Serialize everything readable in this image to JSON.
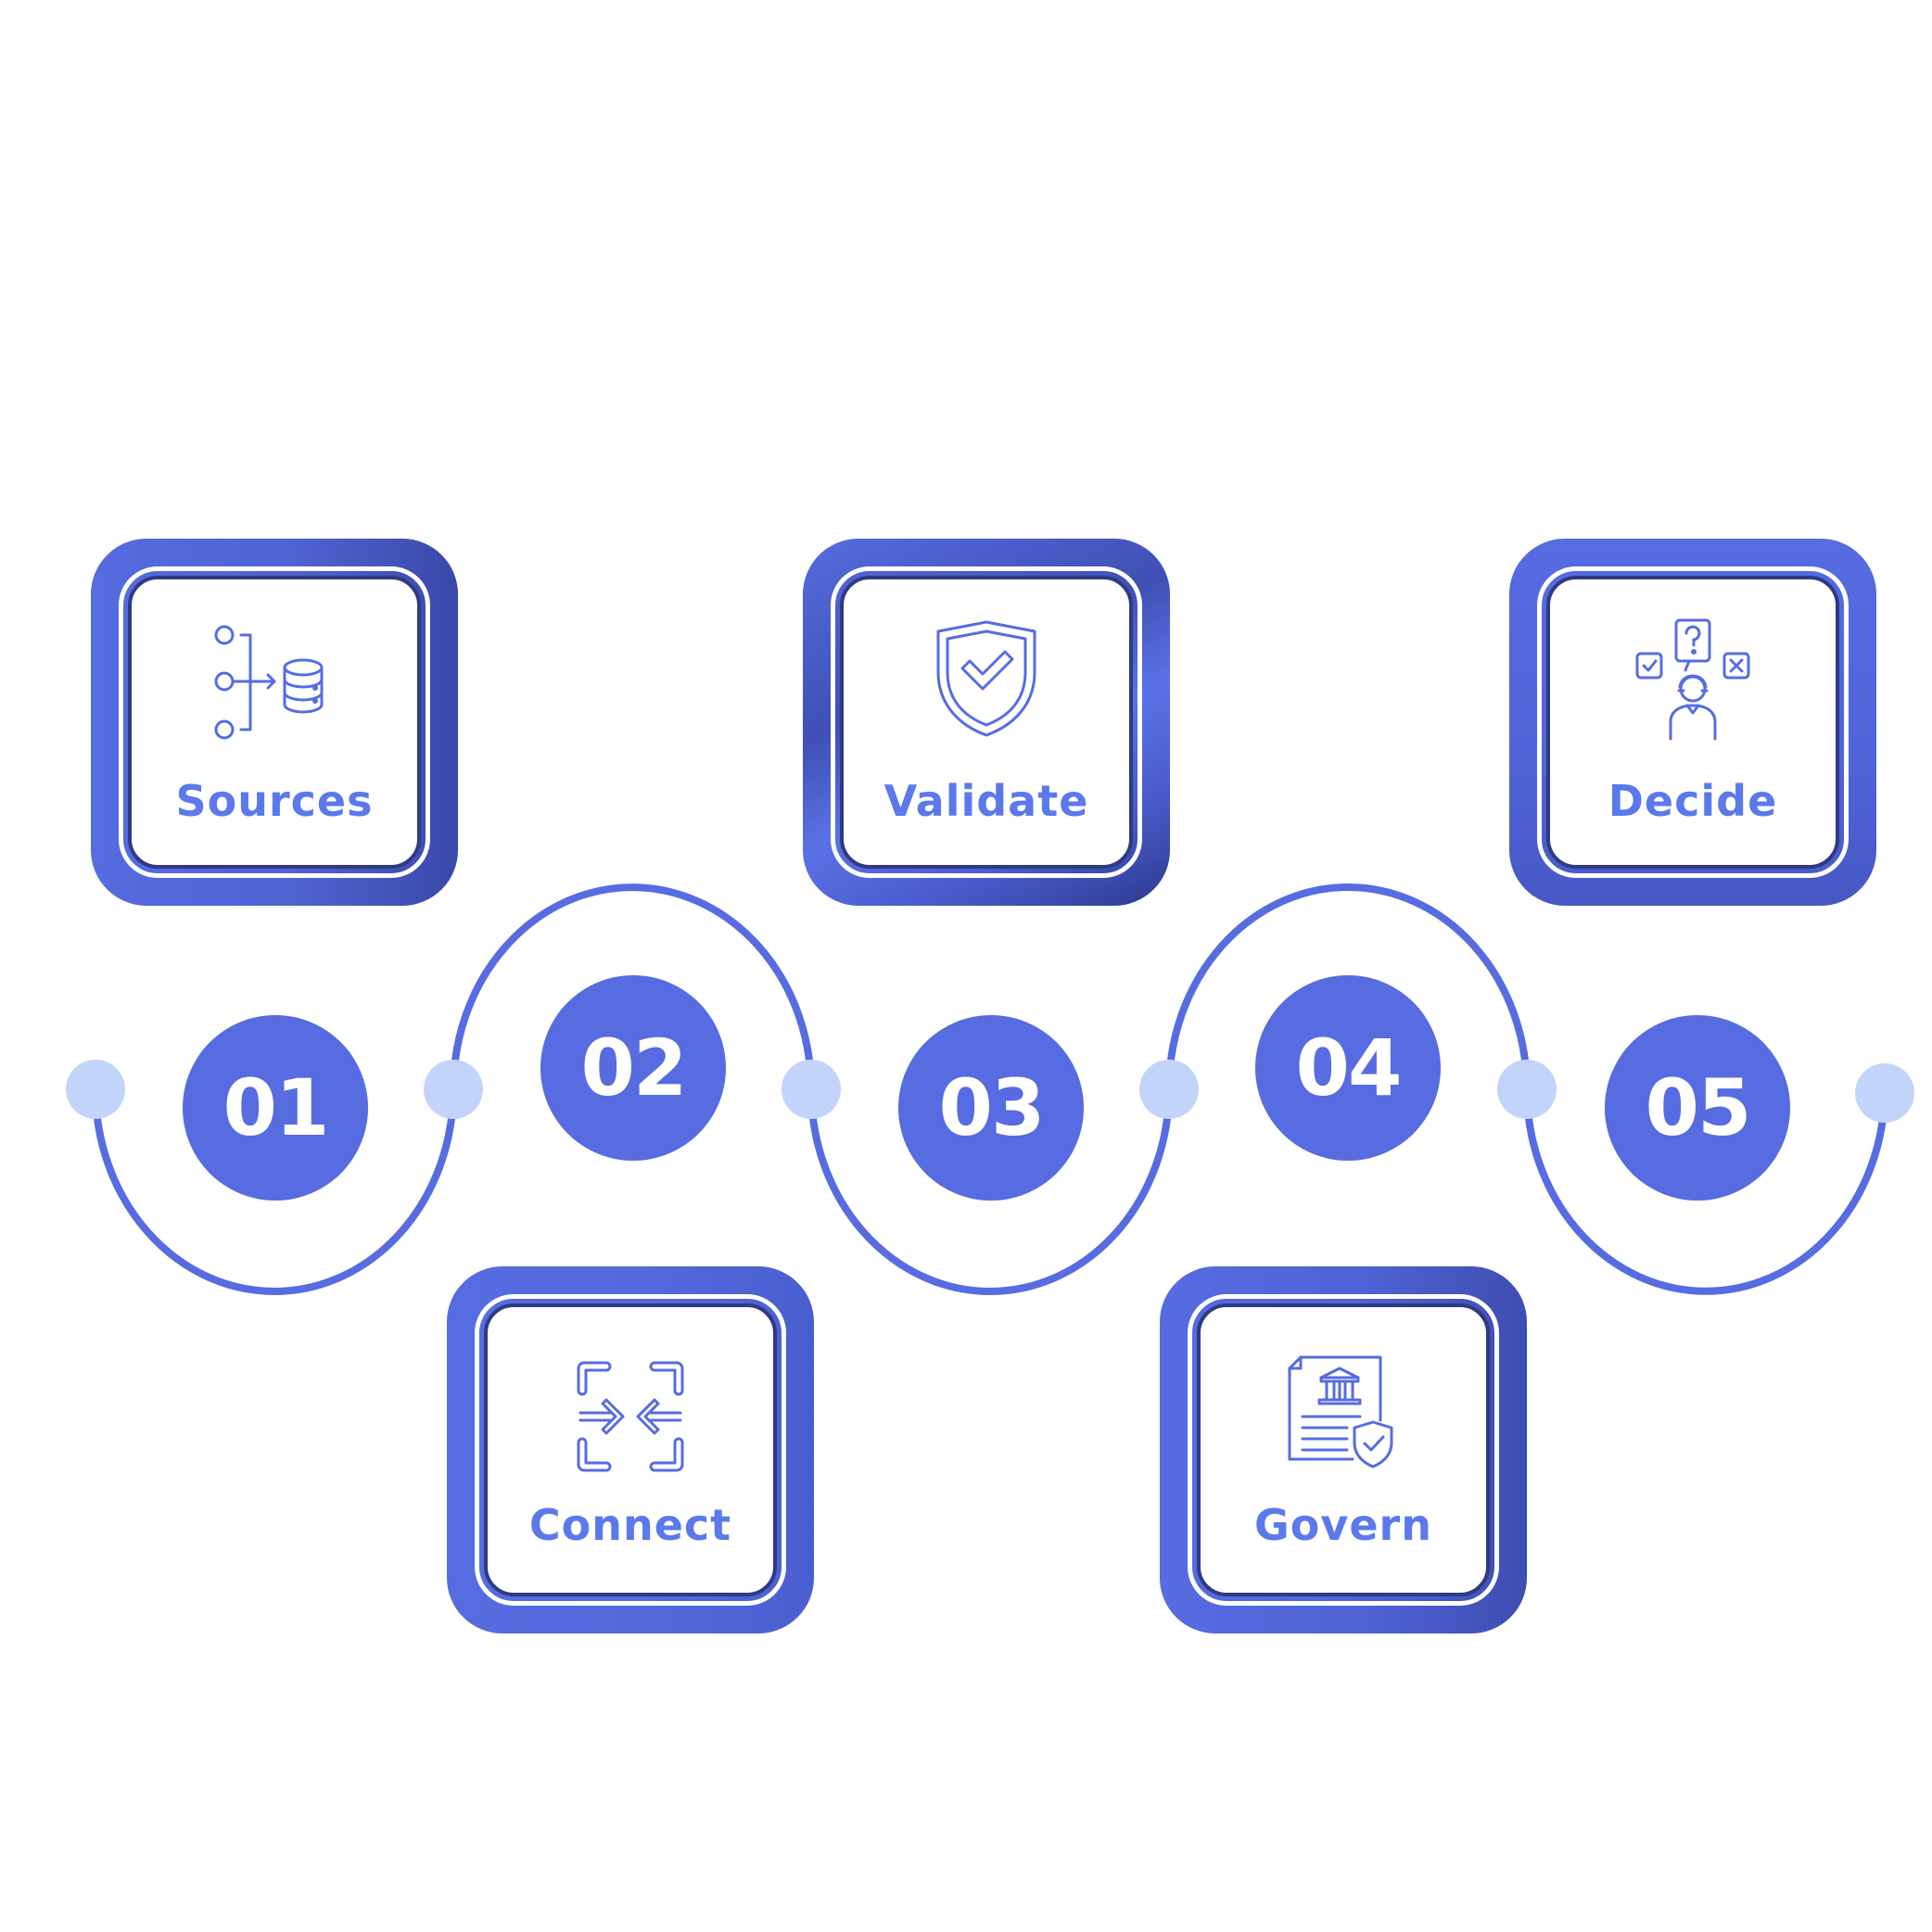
{
  "colors": {
    "accent": "#566ce0",
    "label": "#5b79ea",
    "card_dark": "#2f3a84",
    "dot": "#c3d4fb",
    "line": "#566ce0"
  },
  "steps": [
    {
      "number": "01",
      "label": "Sources",
      "icon": "data-sources-icon"
    },
    {
      "number": "02",
      "label": "Connect",
      "icon": "connect-arrows-icon"
    },
    {
      "number": "03",
      "label": "Validate",
      "icon": "shield-check-icon"
    },
    {
      "number": "04",
      "label": "Govern",
      "icon": "governance-document-icon"
    },
    {
      "number": "05",
      "label": "Decide",
      "icon": "decision-person-icon"
    }
  ]
}
